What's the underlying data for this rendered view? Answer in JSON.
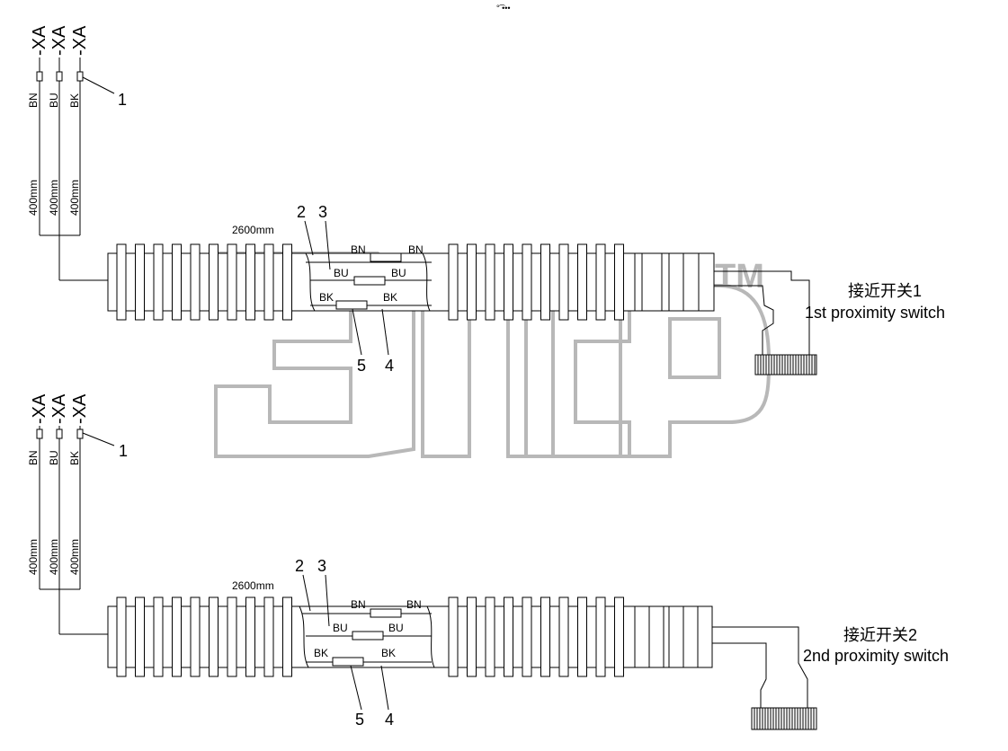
{
  "header_mark": "°͡ •••",
  "watermark": {
    "text": "элср",
    "tm": "TM",
    "stroke": "#b8b8b8"
  },
  "assemblies": [
    {
      "connector_label": "-XA",
      "wires": [
        "BN",
        "BU",
        "BK"
      ],
      "lead_length": "400mm",
      "cable_length": "2600mm",
      "callouts": {
        "terminal": "1",
        "c2": "2",
        "c3": "3",
        "c4": "4",
        "c5": "5"
      },
      "inner_labels": {
        "left": [
          "BN",
          "BU",
          "BK"
        ],
        "right": [
          "BN",
          "BU",
          "BK"
        ]
      },
      "switch_cn": "接近开关1",
      "switch_en": "1st proximity switch"
    },
    {
      "connector_label": "-XA",
      "wires": [
        "BN",
        "BU",
        "BK"
      ],
      "lead_length": "400mm",
      "cable_length": "2600mm",
      "callouts": {
        "terminal": "1",
        "c2": "2",
        "c3": "3",
        "c4": "4",
        "c5": "5"
      },
      "inner_labels": {
        "left": [
          "BN",
          "BU",
          "BK"
        ],
        "right": [
          "BN",
          "BU",
          "BK"
        ]
      },
      "switch_cn": "接近开关2",
      "switch_en": "2nd proximity switch"
    }
  ]
}
